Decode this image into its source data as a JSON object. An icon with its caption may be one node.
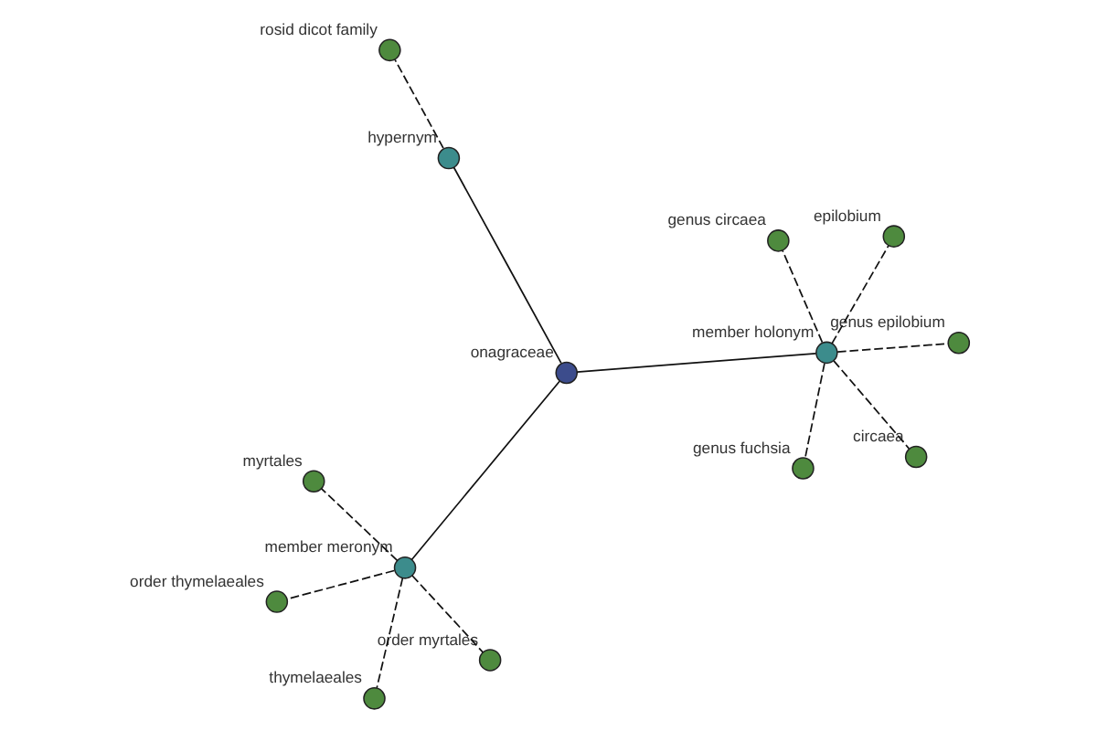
{
  "diagram": {
    "nodes": [
      {
        "text": [],
        "shape": "circle",
        "beside": [
          "epilobium"
        ]
      },
      {
        "text": [],
        "shape": "circle",
        "beside": [
          "genus fuchsia"
        ]
      },
      {
        "text": [],
        "shape": "circle",
        "beside": [
          "genus circaea"
        ]
      },
      {
        "text": [],
        "shape": "circle",
        "beside": [
          "genus epilobium"
        ]
      },
      {
        "text": [],
        "shape": "circle",
        "beside": [
          "circaea"
        ]
      },
      {
        "text": [],
        "shape": "circle",
        "beside": [
          "member holonym"
        ]
      },
      {
        "text": [],
        "shape": "circle",
        "beside": [
          "rosid dicot family"
        ]
      },
      {
        "text": [],
        "shape": "circle",
        "beside": [
          "hypernym"
        ]
      },
      {
        "text": [],
        "shape": "circle",
        "beside": [
          "onagraceae"
        ]
      },
      {
        "text": [],
        "shape": "circle",
        "beside": [
          "member meronym"
        ]
      },
      {
        "text": [],
        "shape": "circle",
        "beside": [
          "myrtales"
        ]
      },
      {
        "text": [],
        "shape": "circle",
        "beside": [
          "order myrtales"
        ]
      },
      {
        "text": [],
        "shape": "circle",
        "beside": [
          "order thymelaeales"
        ]
      },
      {
        "text": [],
        "shape": "circle",
        "beside": [
          "thymelaeales"
        ]
      }
    ],
    "edges": [
      {
        "from": 8,
        "to": 5,
        "arrow": "none"
      },
      {
        "from": 8,
        "to": 7,
        "arrow": "none"
      },
      {
        "from": 8,
        "to": 9,
        "arrow": "none"
      },
      {
        "from": 5,
        "to": 0,
        "arrow": "none",
        "style": "dashed"
      },
      {
        "from": 5,
        "to": 1,
        "arrow": "none",
        "style": "dashed"
      },
      {
        "from": 5,
        "to": 2,
        "arrow": "none",
        "style": "dashed"
      },
      {
        "from": 5,
        "to": 3,
        "arrow": "none",
        "style": "dashed"
      },
      {
        "from": 5,
        "to": 4,
        "arrow": "none",
        "style": "dashed"
      },
      {
        "from": 7,
        "to": 6,
        "arrow": "none",
        "style": "dashed"
      },
      {
        "from": 9,
        "to": 10,
        "arrow": "none",
        "style": "dashed"
      },
      {
        "from": 9,
        "to": 11,
        "arrow": "none",
        "style": "dashed"
      },
      {
        "from": 9,
        "to": 12,
        "arrow": "none",
        "style": "dashed"
      },
      {
        "from": 9,
        "to": 13,
        "arrow": "none",
        "style": "dashed"
      }
    ]
  }
}
